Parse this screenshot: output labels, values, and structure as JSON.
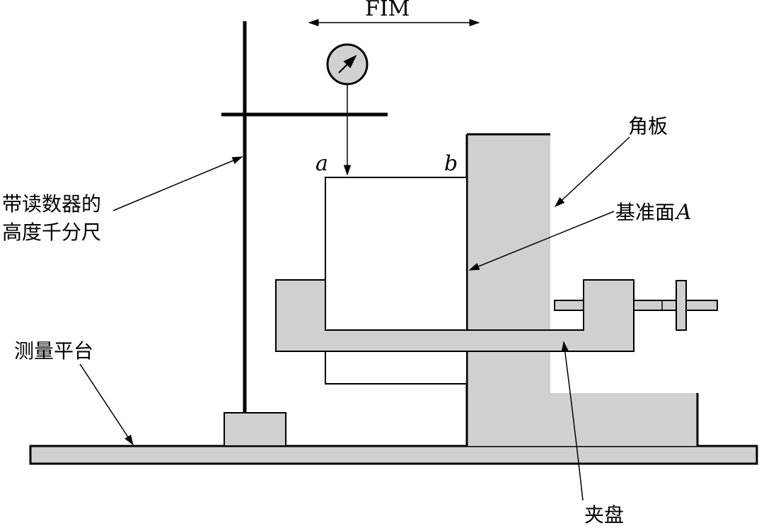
{
  "labels": {
    "fim": "FIM",
    "point_a": "a",
    "point_b": "b",
    "angle_plate": "角板",
    "datum_face": "基准面",
    "datum_letter": "A",
    "height_gauge_line1": "带读数器的",
    "height_gauge_line2": "高度千分尺",
    "surface_plate": "测量平台",
    "chuck": "夹盘"
  },
  "colors": {
    "part_fill": "#d0d0d0",
    "outline": "#000000",
    "background": "#ffffff"
  },
  "icons": {
    "dial_indicator": "dial-gauge-icon"
  }
}
